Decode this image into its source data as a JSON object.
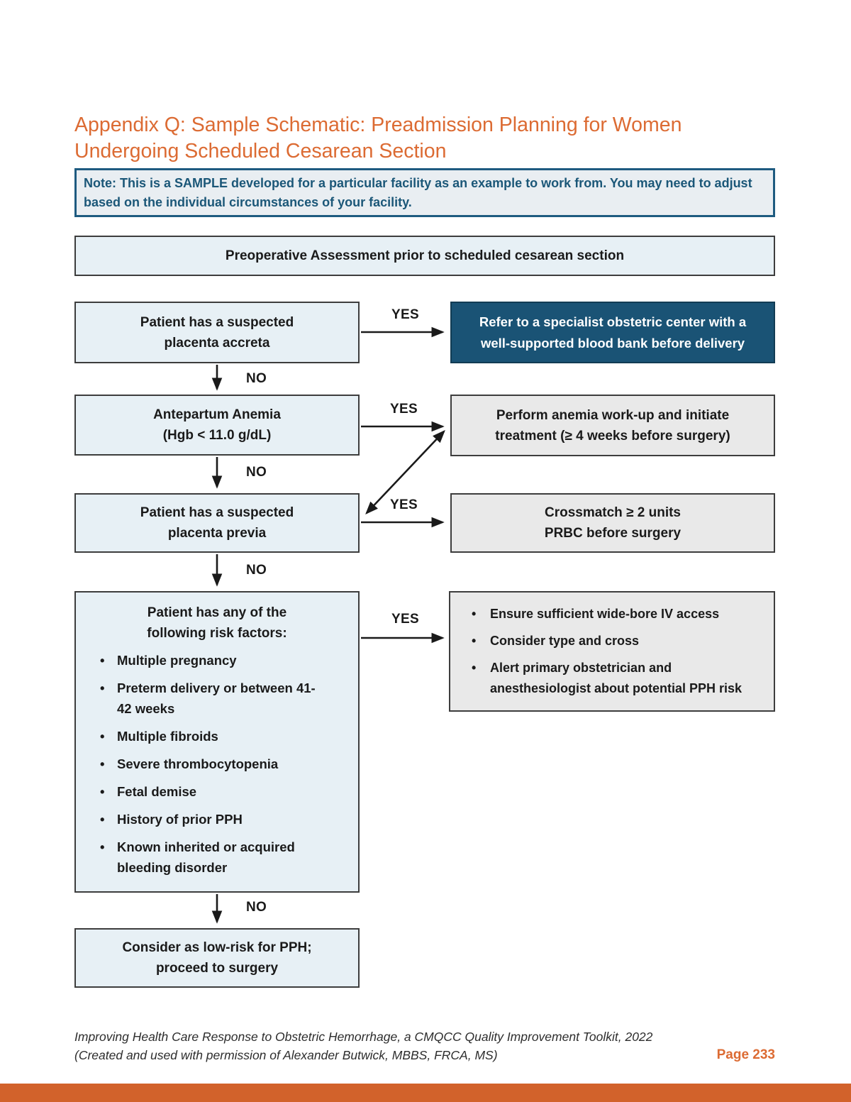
{
  "title": {
    "lines": [
      "Appendix Q: Sample Schematic: Preadmission Planning for Women",
      "Undergoing Scheduled Cesarean Section"
    ]
  },
  "note": {
    "text": "Note: This is a SAMPLE developed for a particular facility as an example to work from. You may need to adjust based on the individual circumstances of your facility."
  },
  "labels": {
    "yes": "YES",
    "no": "NO"
  },
  "flowchart": {
    "header": "Preoperative Assessment prior to scheduled cesarean section",
    "accreta": {
      "lines": [
        "Patient has a suspected",
        "placenta accreta"
      ]
    },
    "refer": {
      "lines": [
        "Refer to a specialist obstetric center with a",
        "well-supported blood bank before delivery"
      ]
    },
    "anemia": {
      "lines": [
        "Antepartum Anemia",
        "(Hgb < 11.0 g/dL)"
      ]
    },
    "anemia_action": {
      "lines": [
        "Perform anemia work-up and initiate",
        "treatment (≥ 4 weeks before surgery)"
      ]
    },
    "previa": {
      "lines": [
        "Patient has a suspected",
        "placenta previa"
      ]
    },
    "crossmatch": {
      "lines": [
        "Crossmatch ≥ 2 units",
        "PRBC before surgery"
      ]
    },
    "risk": {
      "heading_lines": [
        "Patient has any of the",
        "following risk factors:"
      ],
      "items": [
        "Multiple pregnancy",
        "Preterm delivery or between 41-42 weeks",
        "Multiple fibroids",
        "Severe thrombocytopenia",
        "Fetal demise",
        "History of prior PPH",
        "Known inherited or acquired bleeding disorder"
      ]
    },
    "risk_action": {
      "items": [
        "Ensure sufficient wide-bore IV access",
        "Consider type and cross",
        "Alert primary obstetrician and anesthesiologist about potential PPH risk"
      ]
    },
    "low_risk": {
      "lines": [
        "Consider as low-risk for PPH;",
        "proceed to surgery"
      ]
    }
  },
  "footer": {
    "line1": "Improving Health Care Response to Obstetric Hemorrhage, a CMQCC Quality Improvement Toolkit, 2022",
    "line2": "(Created and used with permission of Alexander Butwick, MBBS, FRCA, MS)",
    "page_number": "Page 233"
  },
  "colors": {
    "title_orange": "#DC6B33",
    "bar_orange": "#D2622B",
    "dark_blue": "#1A5375",
    "dark_blue_border": "#123C54",
    "light_blue": "#E7F0F5",
    "gray_fill": "#E9E9E9",
    "box_border": "#3D3D3D",
    "note_border": "#1E5B80",
    "note_bg": "#E9EEF2",
    "note_text": "#1B5778",
    "text_dark": "#1A1A1A"
  }
}
